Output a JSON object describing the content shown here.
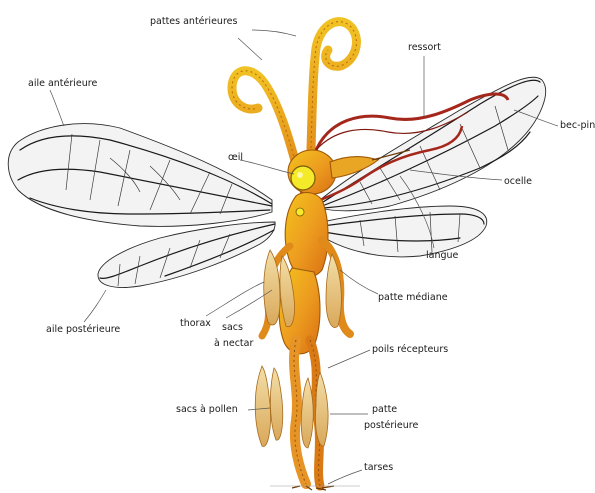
{
  "labels": {
    "pattes_anterieures": "pattes antérieures",
    "ressort": "ressort",
    "aile_anterieure": "aile antérieure",
    "bec_pince": "bec-pince",
    "oeil": "œil",
    "ocelle": "ocelle",
    "langue": "langue",
    "patte_mediane": "patte médiane",
    "thorax": "thorax",
    "sacs_nectar_1": "sacs",
    "sacs_nectar_2": "à nectar",
    "aile_posterieure": "aile postérieure",
    "poils_recepteurs": "poils récepteurs",
    "sacs_pollen": "sacs à pollen",
    "patte_posterieure_1": "patte",
    "patte_posterieure_2": "postérieure",
    "tarses": "tarses"
  },
  "colors": {
    "body_orange": "#e8911c",
    "body_yellow": "#f2c21a",
    "eye_yellow": "#f4ea2a",
    "ressort_red": "#a5271c",
    "wing_vein": "#1a1a1a",
    "pollen_sac": "#e9c98a"
  }
}
